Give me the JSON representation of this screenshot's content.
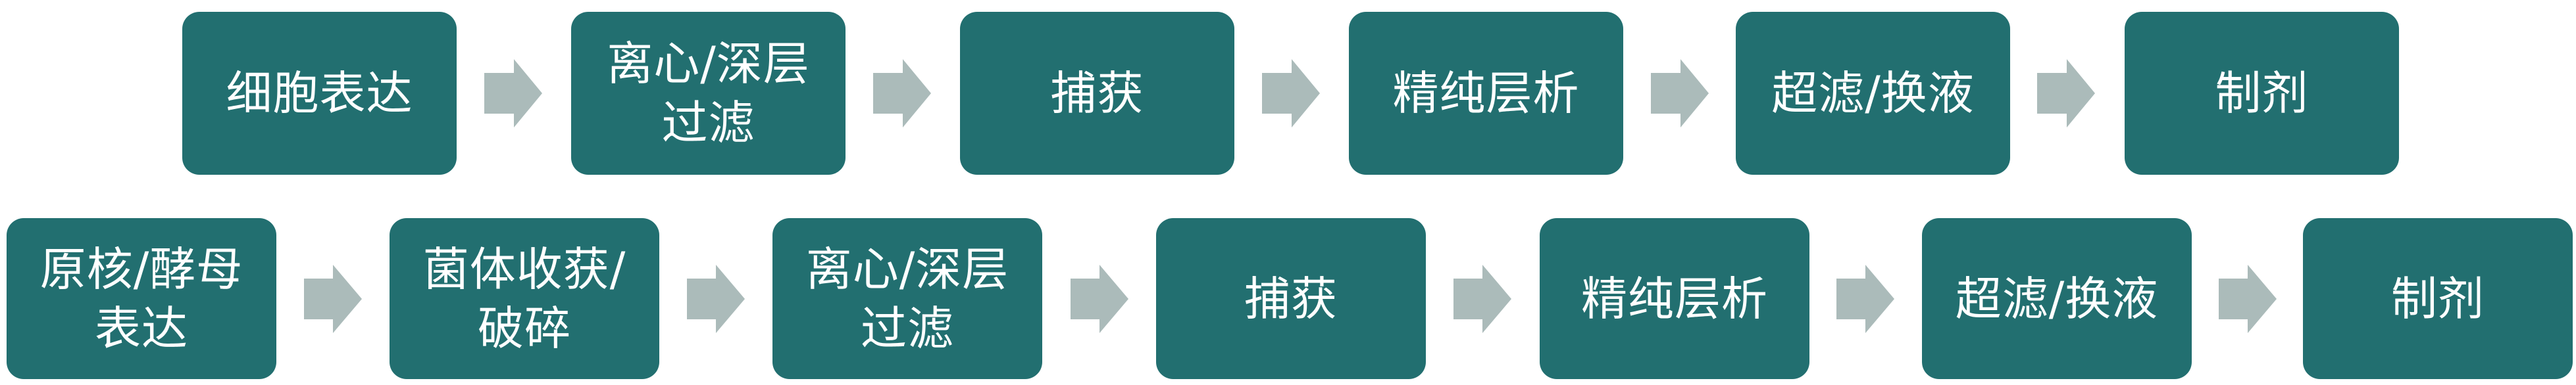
{
  "colors": {
    "step_fill": "#226F70",
    "step_text": "#FFFFFF",
    "arrow_fill": "#ABBBBA",
    "background": "#FFFFFF"
  },
  "flows": [
    {
      "name": "mammalian-cell-expression-process",
      "steps": [
        {
          "lines": [
            "细胞表达"
          ]
        },
        {
          "lines": [
            "离心/深层",
            "过滤"
          ]
        },
        {
          "lines": [
            "捕获"
          ]
        },
        {
          "lines": [
            "精纯层析"
          ]
        },
        {
          "lines": [
            "超滤/换液"
          ]
        },
        {
          "lines": [
            "制剂"
          ]
        }
      ],
      "connector": "right-arrow-icon"
    },
    {
      "name": "prokaryote-yeast-expression-process",
      "steps": [
        {
          "lines": [
            "原核/酵母",
            "表达"
          ]
        },
        {
          "lines": [
            "菌体收获/",
            "破碎"
          ]
        },
        {
          "lines": [
            "离心/深层",
            "过滤"
          ]
        },
        {
          "lines": [
            "捕获"
          ]
        },
        {
          "lines": [
            "精纯层析"
          ]
        },
        {
          "lines": [
            "超滤/换液"
          ]
        },
        {
          "lines": [
            "制剂"
          ]
        }
      ],
      "connector": "right-arrow-icon"
    }
  ]
}
